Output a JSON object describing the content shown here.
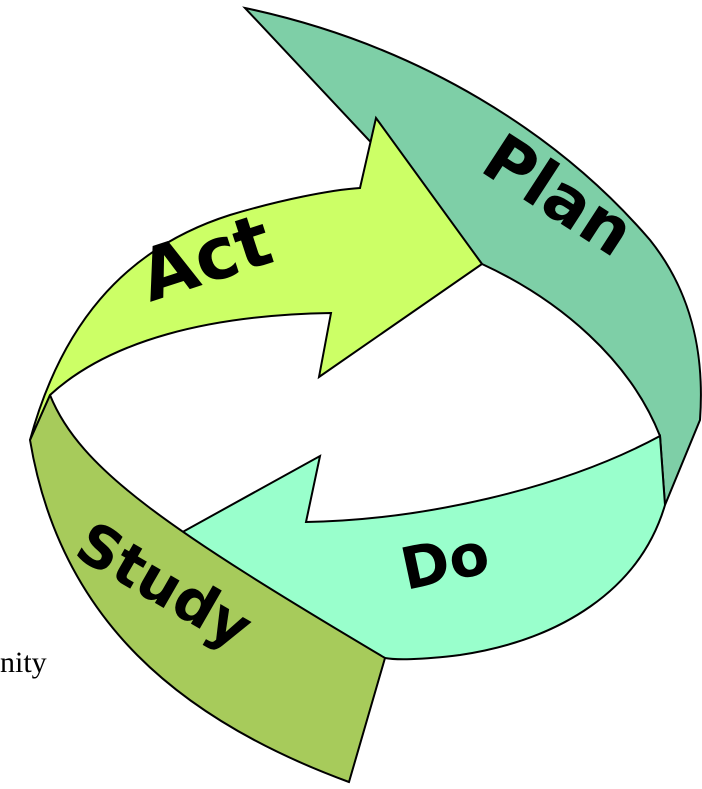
{
  "diagram": {
    "stages": [
      {
        "key": "plan",
        "label": "Plan",
        "color": "#7ecfa7"
      },
      {
        "key": "do",
        "label": "Do",
        "color": "#99ffcc"
      },
      {
        "key": "study",
        "label": "Study",
        "color": "#a7cb5b"
      },
      {
        "key": "act",
        "label": "Act",
        "color": "#ccff66"
      }
    ],
    "outline_color": "#000000",
    "edge_fragment": "nity"
  }
}
